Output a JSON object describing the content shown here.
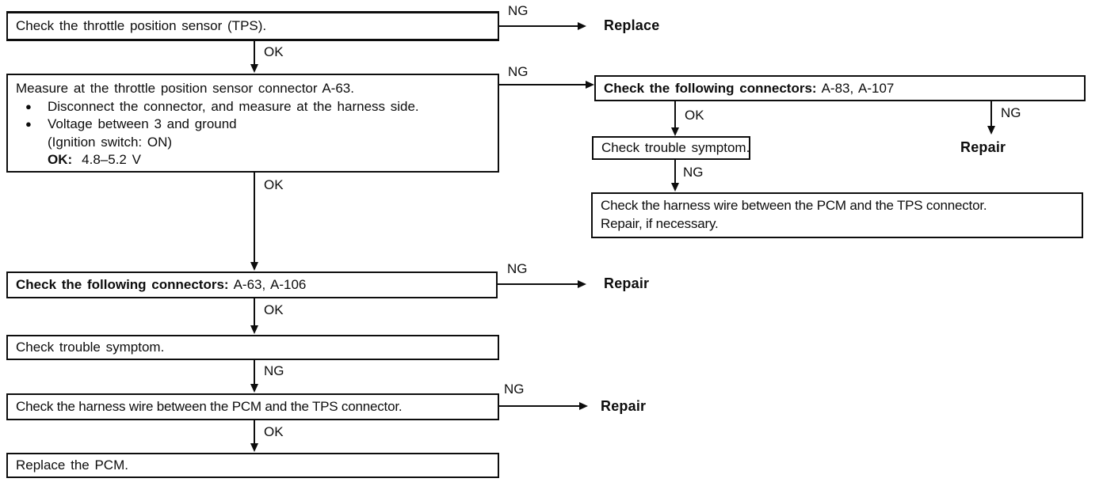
{
  "diagram_type": "troubleshooting-flowchart",
  "labels": {
    "ok": "OK",
    "ng": "NG"
  },
  "terminals": {
    "replace": "Replace",
    "repair": "Repair"
  },
  "icons": {
    "bullet": "●"
  },
  "nodes": {
    "check_tps": {
      "text": "Check the throttle position sensor (TPS)."
    },
    "measure": {
      "title": "Measure at the throttle position sensor connector A-63.",
      "bullet1": "Disconnect the connector, and measure at the harness side.",
      "bullet2": "Voltage between 3 and ground",
      "note": "(Ignition switch: ON)",
      "ok_key": "OK:",
      "ok_value": "4.8–5.2 V"
    },
    "connectors_left": {
      "lead": "Check the following connectors:",
      "rest": "A-63, A-106"
    },
    "trouble_left": {
      "text": "Check trouble symptom."
    },
    "harness_left": {
      "text": "Check the harness wire between the PCM and the TPS connector."
    },
    "replace_pcm": {
      "text": "Replace the PCM."
    },
    "connectors_right": {
      "lead": "Check the following connectors:",
      "rest": "A-83, A-107"
    },
    "trouble_right": {
      "text": "Check trouble symptom."
    },
    "harness_right": {
      "line1": "Check the harness wire between the PCM and the TPS connector.",
      "line2": "Repair, if necessary."
    }
  }
}
